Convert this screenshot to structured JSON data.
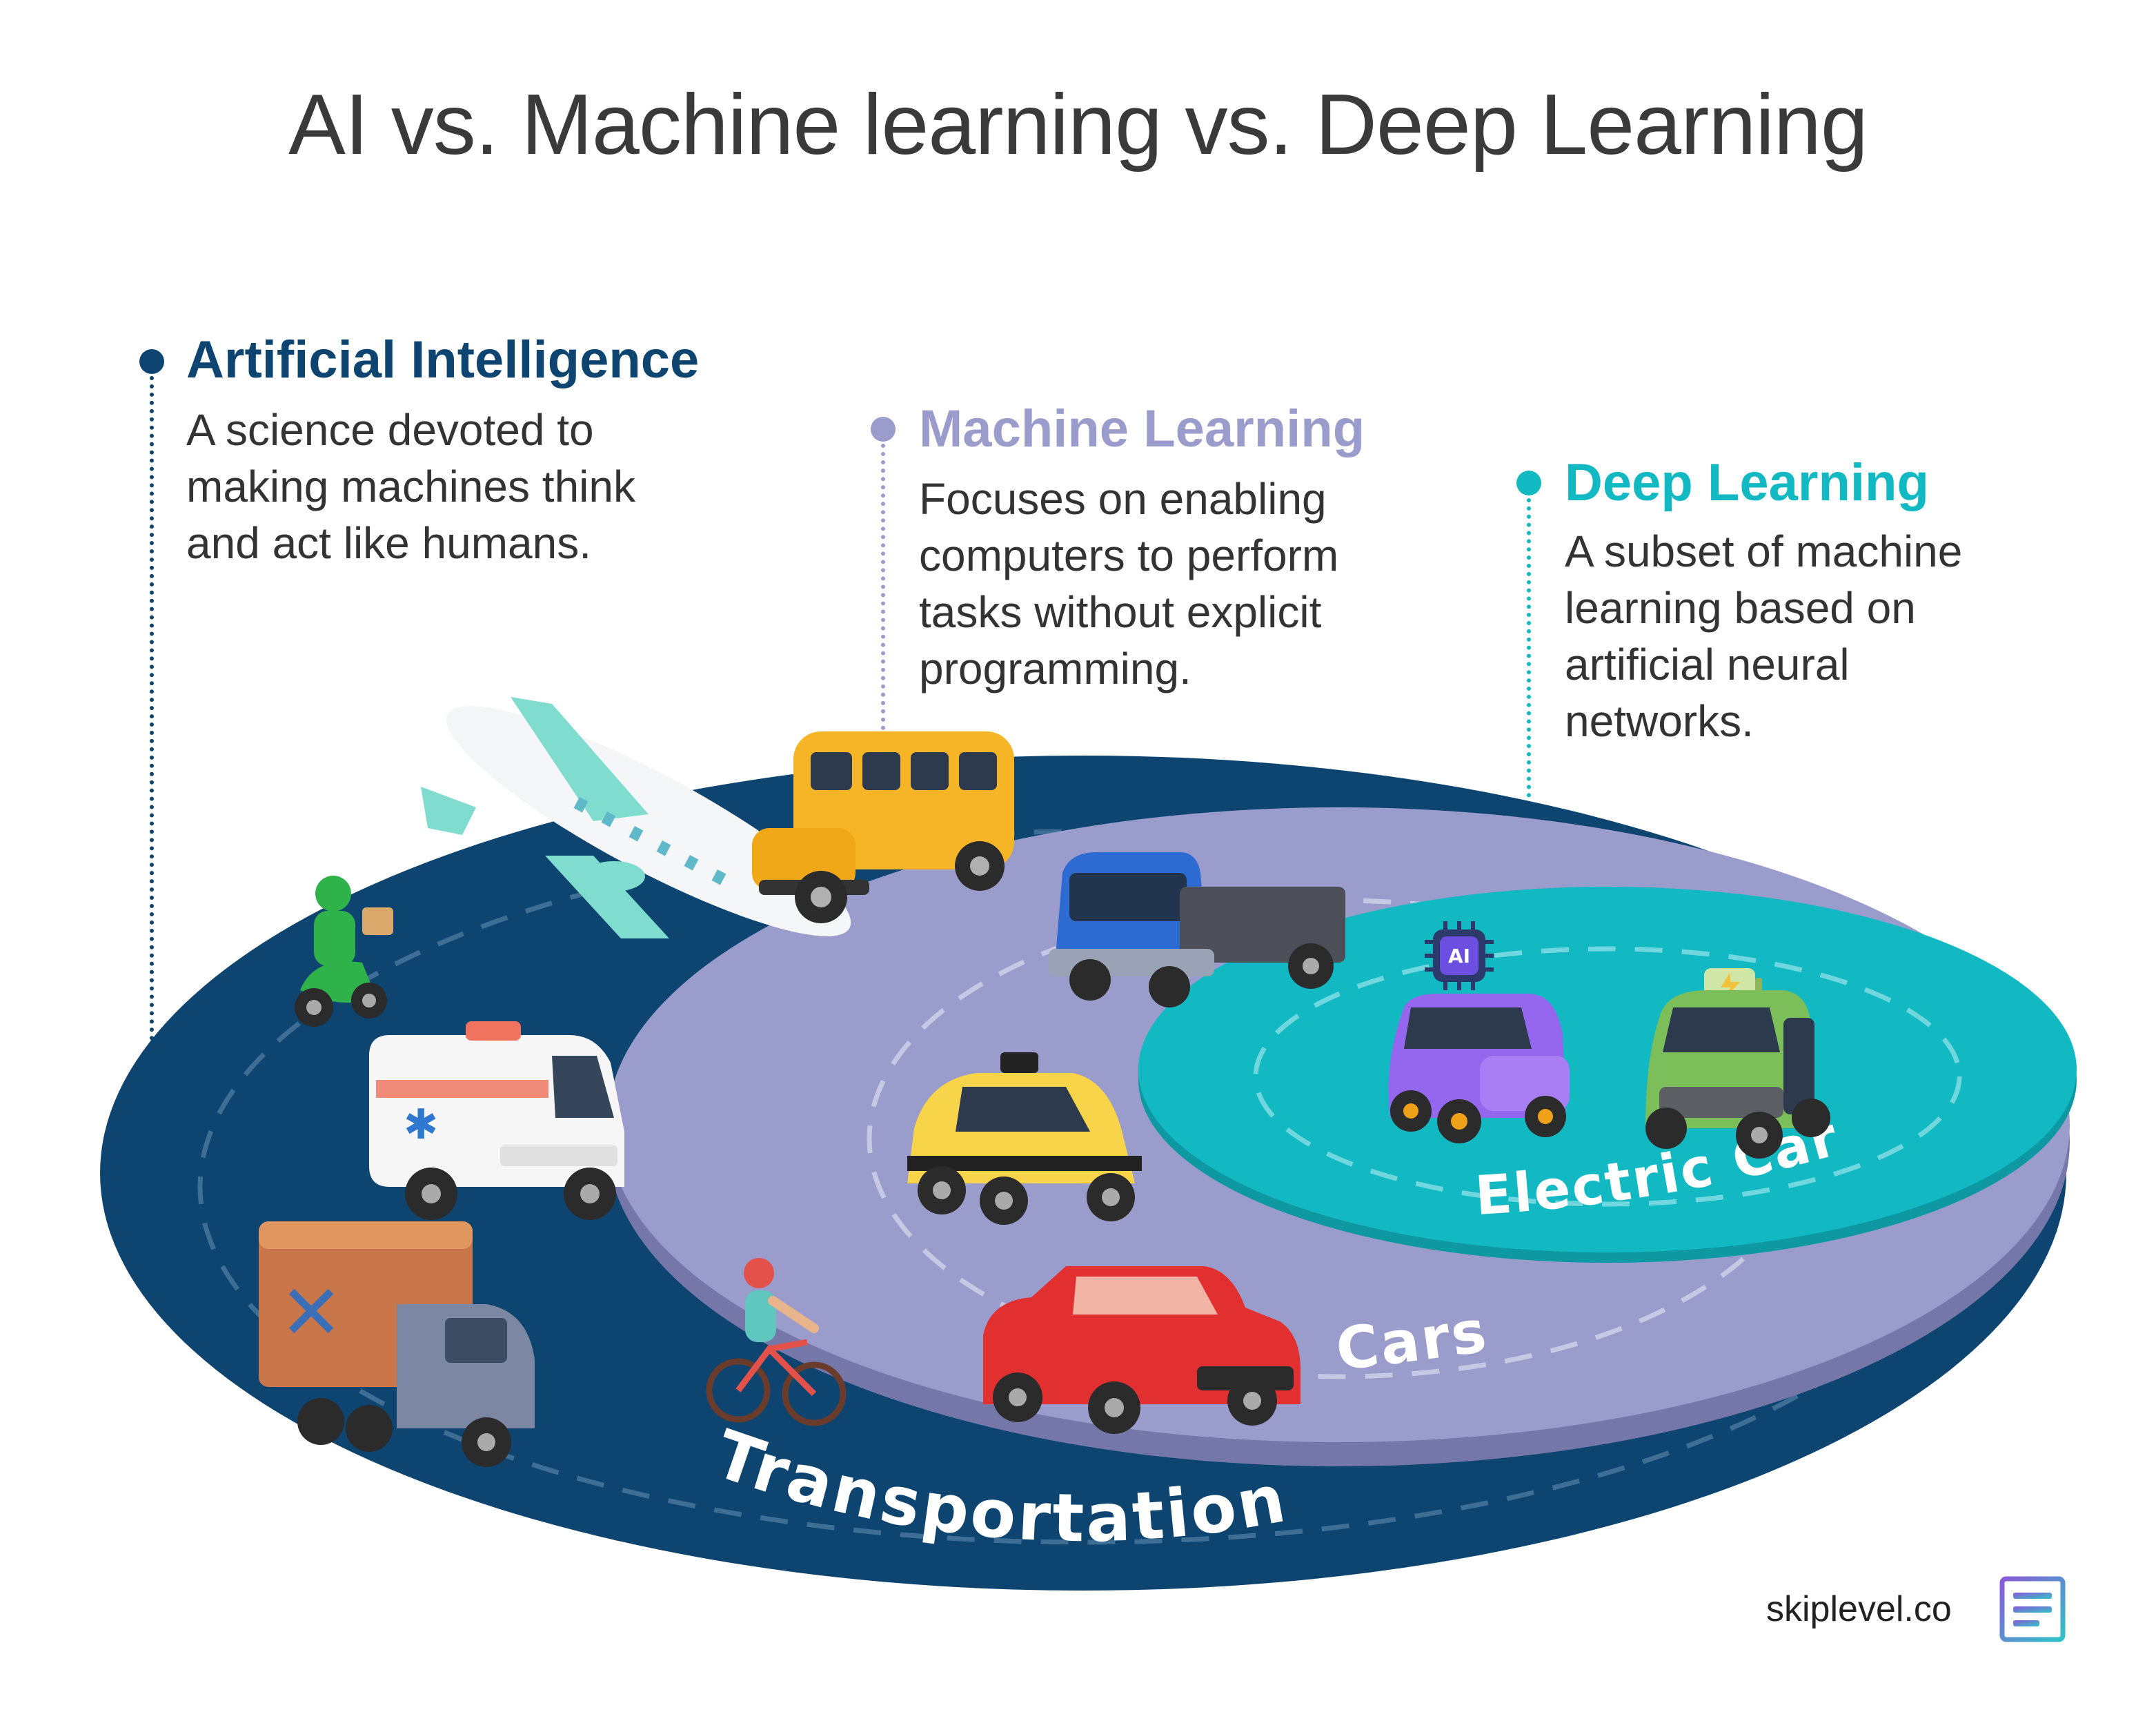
{
  "title": "AI vs. Machine learning vs. Deep Learning",
  "colors": {
    "ai": "#0d4470",
    "ml": "#9a9ccb",
    "dl": "#12b9c3",
    "title": "#3a3a3a",
    "text": "#333333"
  },
  "columns": {
    "ai": {
      "heading": "Artificial Intelligence",
      "lines": [
        "A science devoted to",
        "making machines think",
        "and act like humans."
      ]
    },
    "ml": {
      "heading": "Machine Learning",
      "lines": [
        "Focuses on enabling",
        "computers to perform",
        "tasks without explicit",
        "programming."
      ]
    },
    "dl": {
      "heading": "Deep Learning",
      "lines": [
        "A subset of machine",
        "learning based on",
        "artificial neural",
        "networks."
      ]
    }
  },
  "rings": {
    "outer": "Transportation",
    "middle": "Cars",
    "inner": "Electric Cars"
  },
  "vehicles": {
    "transportation": [
      "airplane-icon",
      "school-bus-icon",
      "delivery-scooter-icon",
      "ambulance-icon",
      "box-truck-icon",
      "cyclist-icon"
    ],
    "cars": [
      "pickup-truck-icon",
      "taxi-icon",
      "red-sedan-icon"
    ],
    "electric_cars": [
      "ai-chip-icon",
      "purple-electric-car-icon",
      "green-electric-car-icon",
      "battery-icon"
    ]
  },
  "brand": "skiplevel.co"
}
